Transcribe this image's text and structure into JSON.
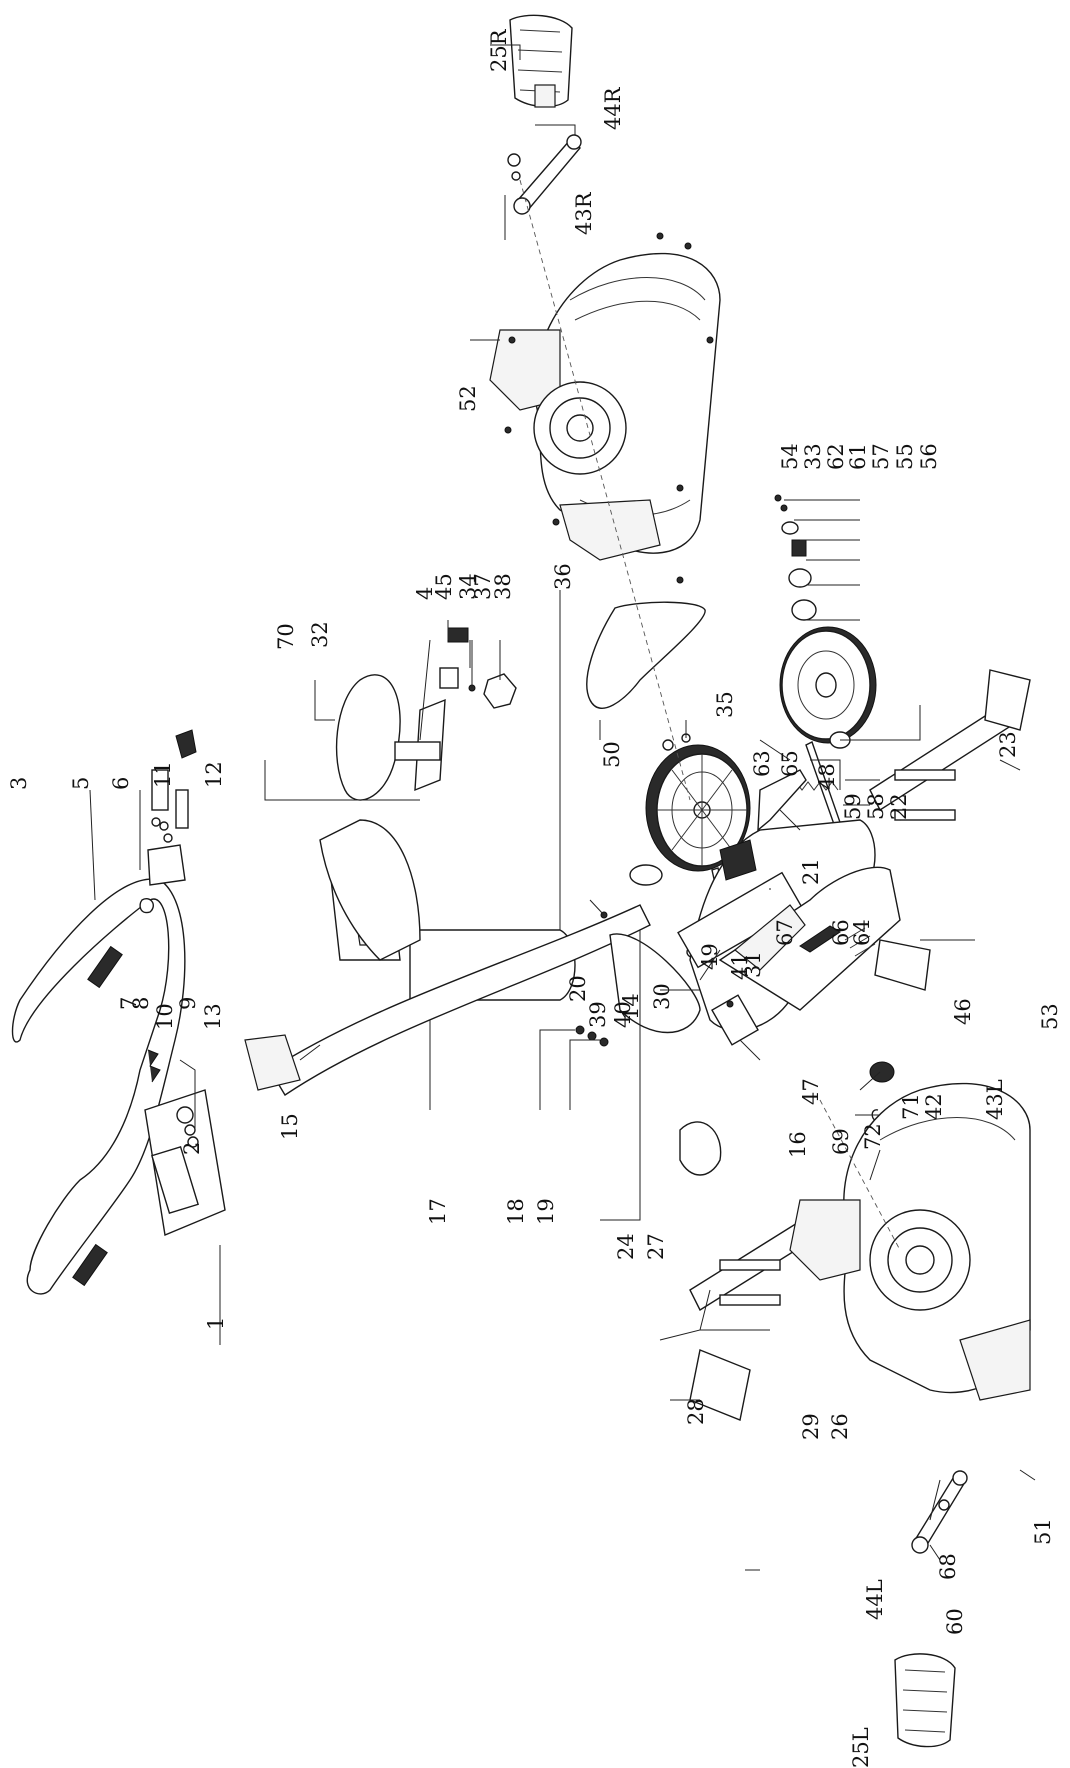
{
  "labels": [
    {
      "id": "p1",
      "text": "1"
    },
    {
      "id": "p2",
      "text": "2"
    },
    {
      "id": "p3",
      "text": "3"
    },
    {
      "id": "p4",
      "text": "4"
    },
    {
      "id": "p5",
      "text": "5"
    },
    {
      "id": "p6",
      "text": "6"
    },
    {
      "id": "p7",
      "text": "7"
    },
    {
      "id": "p8",
      "text": "8"
    },
    {
      "id": "p9",
      "text": "9"
    },
    {
      "id": "p10",
      "text": "10"
    },
    {
      "id": "p11",
      "text": "11"
    },
    {
      "id": "p12",
      "text": "12"
    },
    {
      "id": "p13",
      "text": "13"
    },
    {
      "id": "p14",
      "text": "14"
    },
    {
      "id": "p15",
      "text": "15"
    },
    {
      "id": "p16",
      "text": "16"
    },
    {
      "id": "p17",
      "text": "17"
    },
    {
      "id": "p18",
      "text": "18"
    },
    {
      "id": "p19",
      "text": "19"
    },
    {
      "id": "p20",
      "text": "20"
    },
    {
      "id": "p21",
      "text": "21"
    },
    {
      "id": "p22",
      "text": "22"
    },
    {
      "id": "p23",
      "text": "23"
    },
    {
      "id": "p24",
      "text": "24"
    },
    {
      "id": "p25L",
      "text": "25L"
    },
    {
      "id": "p25R",
      "text": "25R"
    },
    {
      "id": "p26",
      "text": "26"
    },
    {
      "id": "p27",
      "text": "27"
    },
    {
      "id": "p28",
      "text": "28"
    },
    {
      "id": "p29",
      "text": "29"
    },
    {
      "id": "p30",
      "text": "30"
    },
    {
      "id": "p31",
      "text": "31"
    },
    {
      "id": "p32",
      "text": "32"
    },
    {
      "id": "p33",
      "text": "33"
    },
    {
      "id": "p34",
      "text": "34"
    },
    {
      "id": "p35",
      "text": "35"
    },
    {
      "id": "p36",
      "text": "36"
    },
    {
      "id": "p37",
      "text": "37"
    },
    {
      "id": "p38",
      "text": "38"
    },
    {
      "id": "p39",
      "text": "39"
    },
    {
      "id": "p40",
      "text": "40"
    },
    {
      "id": "p41",
      "text": "41"
    },
    {
      "id": "p42",
      "text": "42"
    },
    {
      "id": "p43L",
      "text": "43L"
    },
    {
      "id": "p43R",
      "text": "43R"
    },
    {
      "id": "p44L",
      "text": "44L"
    },
    {
      "id": "p44R",
      "text": "44R"
    },
    {
      "id": "p45",
      "text": "45"
    },
    {
      "id": "p46",
      "text": "46"
    },
    {
      "id": "p47",
      "text": "47"
    },
    {
      "id": "p48",
      "text": "48"
    },
    {
      "id": "p49",
      "text": "49"
    },
    {
      "id": "p50",
      "text": "50"
    },
    {
      "id": "p51",
      "text": "51"
    },
    {
      "id": "p52",
      "text": "52"
    },
    {
      "id": "p53",
      "text": "53"
    },
    {
      "id": "p54",
      "text": "54"
    },
    {
      "id": "p55",
      "text": "55"
    },
    {
      "id": "p56",
      "text": "56"
    },
    {
      "id": "p57",
      "text": "57"
    },
    {
      "id": "p58",
      "text": "58"
    },
    {
      "id": "p59",
      "text": "59"
    },
    {
      "id": "p60",
      "text": "60"
    },
    {
      "id": "p61",
      "text": "61"
    },
    {
      "id": "p62",
      "text": "62"
    },
    {
      "id": "p63",
      "text": "63"
    },
    {
      "id": "p64",
      "text": "64"
    },
    {
      "id": "p65",
      "text": "65"
    },
    {
      "id": "p66",
      "text": "66"
    },
    {
      "id": "p67",
      "text": "67"
    },
    {
      "id": "p68",
      "text": "68"
    },
    {
      "id": "p69",
      "text": "69"
    },
    {
      "id": "p70",
      "text": "70"
    },
    {
      "id": "p71",
      "text": "71"
    },
    {
      "id": "p72",
      "text": "72"
    }
  ]
}
